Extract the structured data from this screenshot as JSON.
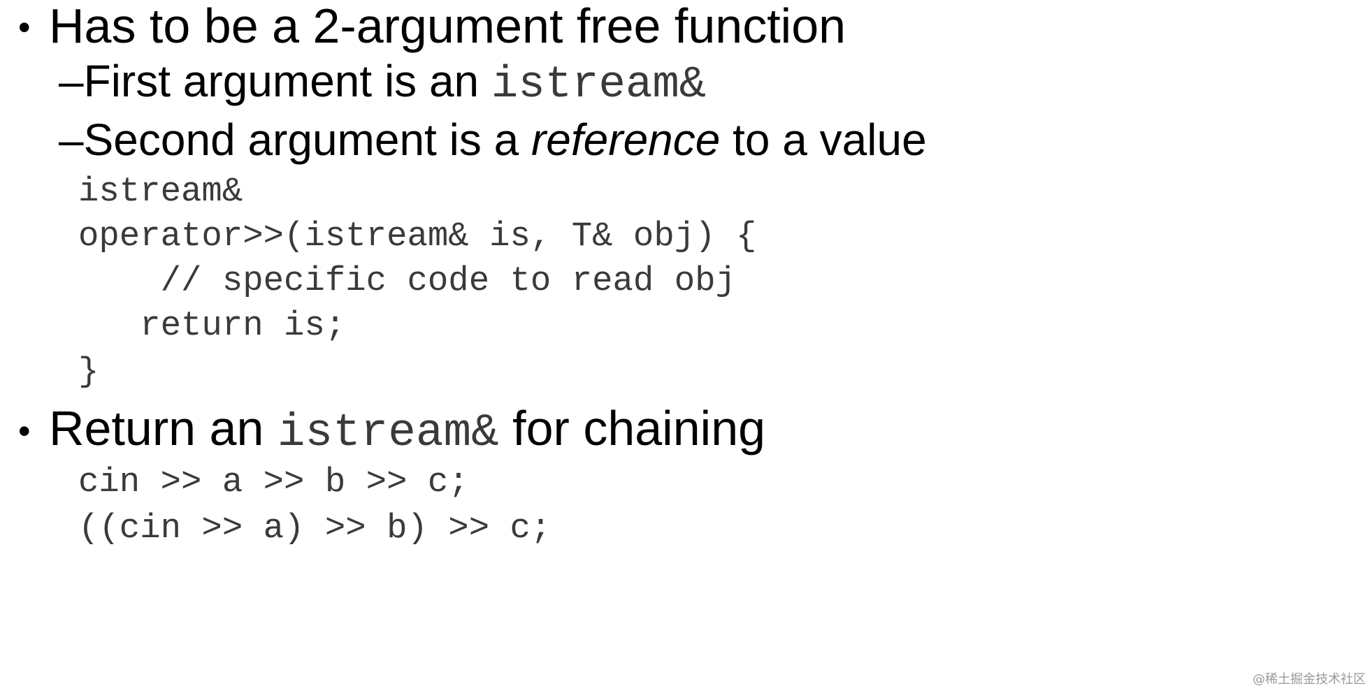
{
  "slide": {
    "bullet1": {
      "marker": "•",
      "text": "Has to be a 2-argument free function"
    },
    "sub1": {
      "marker": "–",
      "text_before": "First argument is an ",
      "code": "istream&"
    },
    "sub2": {
      "marker": "–",
      "text_before": "Second argument is a ",
      "emphasis": "reference",
      "text_after": " to a value"
    },
    "code_block_1": [
      "istream&",
      "operator>>(istream& is, T& obj) {",
      "    // specific code to read obj",
      "   return is;",
      "}"
    ],
    "bullet2": {
      "marker": "•",
      "text_before": "Return an ",
      "code": "istream&",
      "text_after": " for chaining"
    },
    "code_block_2": [
      "cin >> a >> b >> c;",
      "((cin >> a) >> b) >> c;"
    ]
  },
  "watermark": "@稀土掘金技术社区"
}
